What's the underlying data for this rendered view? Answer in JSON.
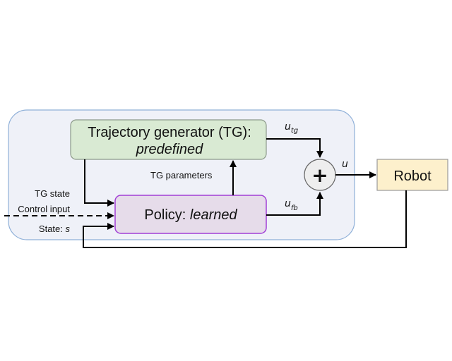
{
  "blocks": {
    "tg": {
      "title": "Trajectory generator (TG):",
      "subtitle": "predefined"
    },
    "policy": {
      "prefix": "Policy: ",
      "emph": "learned"
    },
    "robot": {
      "label": "Robot"
    },
    "sum": {
      "symbol": "+"
    }
  },
  "signals": {
    "tg_parameters": "TG parameters",
    "tg_state": "TG state",
    "control_input": "Control input",
    "state_prefix": "State: ",
    "state_symbol": "s",
    "u_tg_base": "u",
    "u_tg_sub": "tg",
    "u_fb_base": "u",
    "u_fb_sub": "fb",
    "u_out": "u"
  },
  "colors": {
    "container_fill": "#eff1f8",
    "container_stroke": "#8fb0d8",
    "tg_fill": "#d9ead3",
    "tg_stroke": "#8c9a8a",
    "policy_fill": "#e6dcea",
    "policy_stroke": "#a23fd6",
    "robot_fill": "#fdf0cc",
    "robot_stroke": "#9a9a9a",
    "sum_fill": "#eeeeee"
  }
}
